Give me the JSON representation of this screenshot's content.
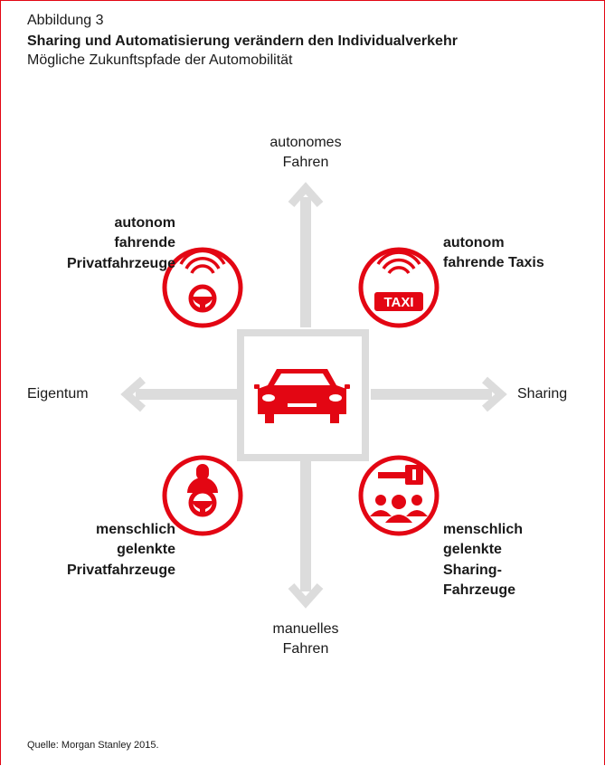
{
  "figure": {
    "label": "Abbildung 3",
    "title": "Sharing und Automatisierung verändern den Individualverkehr",
    "subtitle": "Mögliche Zukunftspfade der Automobilität",
    "source": "Quelle: Morgan Stanley 2015."
  },
  "axes": {
    "top": [
      "autonomes",
      "Fahren"
    ],
    "bottom": [
      "manuelles",
      "Fahren"
    ],
    "left": "Eigentum",
    "right": "Sharing"
  },
  "quadrants": {
    "top_left": {
      "lines": [
        "autonom",
        "fahrende",
        "Privatfahrzeuge"
      ],
      "icon": "autonomous-steering-wheel-icon"
    },
    "top_right": {
      "lines": [
        "autonom",
        "fahrende Taxis"
      ],
      "icon": "taxi-icon",
      "badge_text": "TAXI"
    },
    "bottom_left": {
      "lines": [
        "menschlich",
        "gelenkte",
        "Privatfahrzeuge"
      ],
      "icon": "driver-icon"
    },
    "bottom_right": {
      "lines": [
        "menschlich",
        "gelenkte",
        "Sharing-",
        "Fahrzeuge"
      ],
      "icon": "shared-key-icon"
    }
  },
  "center": {
    "icon": "car-icon"
  },
  "colors": {
    "accent": "#e30613",
    "arrow": "#dcdcdc",
    "text": "#1a1a1a"
  }
}
